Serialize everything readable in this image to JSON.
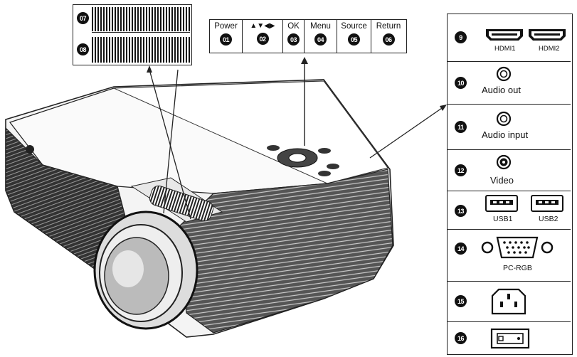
{
  "focus_zoom": {
    "items": [
      {
        "number": "07"
      },
      {
        "number": "08"
      }
    ]
  },
  "control_buttons": [
    {
      "label": "Power",
      "number": "01"
    },
    {
      "label": "▲▼◀▶",
      "number": "02"
    },
    {
      "label": "OK",
      "number": "03"
    },
    {
      "label": "Menu",
      "number": "04"
    },
    {
      "label": "Source",
      "number": "05"
    },
    {
      "label": "Return",
      "number": "06"
    }
  ],
  "ports": [
    {
      "number": "9",
      "icon": "hdmi-port-icon",
      "labels": [
        "HDMI1",
        "HDMI2"
      ]
    },
    {
      "number": "10",
      "icon": "audio-jack-icon",
      "label": "Audio out"
    },
    {
      "number": "11",
      "icon": "audio-jack-icon",
      "label": "Audio input"
    },
    {
      "number": "12",
      "icon": "rca-video-icon",
      "label": "Video"
    },
    {
      "number": "13",
      "icon": "usb-port-icon",
      "labels": [
        "USB1",
        "USB2"
      ]
    },
    {
      "number": "14",
      "icon": "vga-port-icon",
      "label": "PC-RGB"
    },
    {
      "number": "15",
      "icon": "power-socket-icon"
    },
    {
      "number": "16",
      "icon": "power-switch-icon"
    }
  ],
  "colors": {
    "line": "#222222",
    "fill": "#ffffff",
    "badge": "#111111"
  }
}
